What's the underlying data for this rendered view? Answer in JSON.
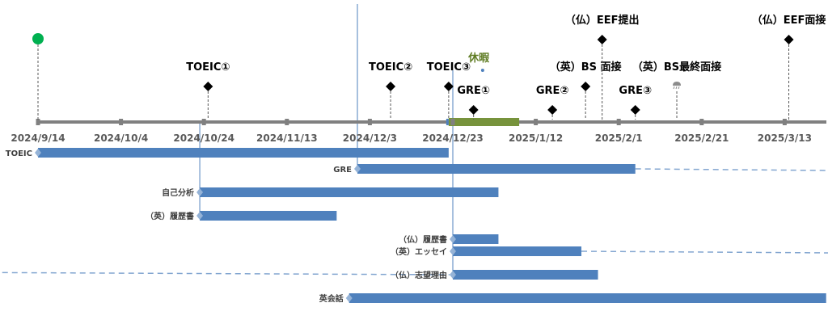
{
  "chart_data": {
    "type": "gantt",
    "title": "",
    "xlabel": "",
    "ylabel": "",
    "xlim": [
      "2024-09-14",
      "2025-03-24"
    ],
    "grid": false,
    "colors": {
      "axis": "#808080",
      "bar": "#4f81bd",
      "milestone": "#000000",
      "start_marker": "#00b050",
      "vacation": "#77933c",
      "rain_icon": "#8c8c8c"
    },
    "ticks": [
      {
        "date": "2024-09-14",
        "label": "2024/9/14"
      },
      {
        "date": "2024-10-04",
        "label": "2024/10/4"
      },
      {
        "date": "2024-10-24",
        "label": "2024/10/24"
      },
      {
        "date": "2024-11-13",
        "label": "2024/11/13"
      },
      {
        "date": "2024-12-03",
        "label": "2024/12/3"
      },
      {
        "date": "2024-12-23",
        "label": "2024/12/23"
      },
      {
        "date": "2025-01-12",
        "label": "2025/1/12"
      },
      {
        "date": "2025-02-01",
        "label": "2025/2/1"
      },
      {
        "date": "2025-02-21",
        "label": "2025/2/21"
      },
      {
        "date": "2025-03-13",
        "label": "2025/3/13"
      }
    ],
    "start_marker": {
      "date": "2024-09-14",
      "label": ""
    },
    "period": {
      "label": "休暇",
      "start": "2024-12-22",
      "end": "2025-01-08"
    },
    "milestones": [
      {
        "label": "TOEIC①",
        "date": "2024-10-25",
        "level": 2
      },
      {
        "label": "TOEIC②",
        "date": "2024-12-08",
        "level": 2
      },
      {
        "label": "TOEIC③",
        "date": "2024-12-22",
        "level": 2
      },
      {
        "label": "GRE①",
        "date": "2024-12-28",
        "level": 1
      },
      {
        "label": "GRE②",
        "date": "2025-01-16",
        "level": 1
      },
      {
        "label": "（英）BS 面接",
        "date": "2025-01-24",
        "level": 2
      },
      {
        "label": "（仏）EEF提出",
        "date": "2025-01-28",
        "level": 3
      },
      {
        "label": "GRE③",
        "date": "2025-02-05",
        "level": 1
      },
      {
        "label": "（英）BS最終面接",
        "date": "2025-02-15",
        "level": 2,
        "icon": "rain"
      },
      {
        "label": "（仏）EEF面接",
        "date": "2025-03-14",
        "level": 3
      }
    ],
    "tasks": [
      {
        "label": "TOEIC",
        "start": "2024-09-14",
        "end": "2024-12-22"
      },
      {
        "label": "GRE",
        "start": "2024-11-30",
        "end": "2025-02-05",
        "continues_to": "2025-03-24"
      },
      {
        "label": "自己分析",
        "start": "2024-10-23",
        "end": "2024-12-34"
      },
      {
        "label": "（英）履歴書",
        "start": "2024-10-23",
        "end": "2024-11-25"
      },
      {
        "label": "（仏）履歴書",
        "start": "2024-12-23",
        "end": "2025-01-03"
      },
      {
        "label": "（英）エッセイ",
        "start": "2024-12-23",
        "end": "2025-01-23",
        "continues_to": "2025-03-24"
      },
      {
        "label": "（仏）志望理由",
        "start": "2024-12-23",
        "end": "2025-01-27",
        "continues_from": "2024-08-20"
      },
      {
        "label": "英会話",
        "start": "2024-11-28",
        "end": "2025-03-23"
      }
    ]
  }
}
